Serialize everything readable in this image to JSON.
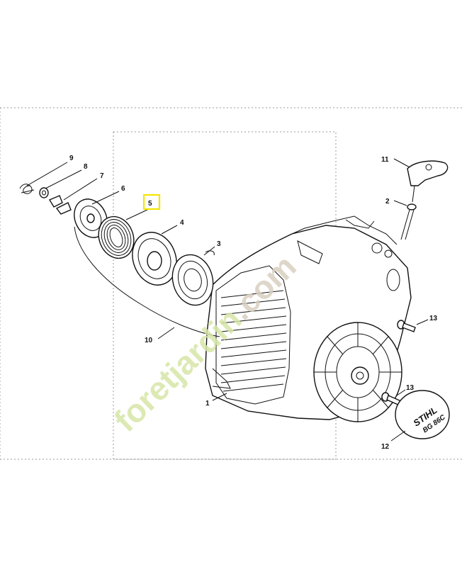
{
  "diagram": {
    "callouts": [
      {
        "id": "callout-9",
        "label": "9"
      },
      {
        "id": "callout-8",
        "label": "8"
      },
      {
        "id": "callout-7",
        "label": "7"
      },
      {
        "id": "callout-6",
        "label": "6"
      },
      {
        "id": "callout-5",
        "label": "5",
        "highlighted": true
      },
      {
        "id": "callout-4",
        "label": "4"
      },
      {
        "id": "callout-3",
        "label": "3"
      },
      {
        "id": "callout-10",
        "label": "10"
      },
      {
        "id": "callout-1",
        "label": "1"
      },
      {
        "id": "callout-11",
        "label": "11"
      },
      {
        "id": "callout-2",
        "label": "2"
      },
      {
        "id": "callout-13a",
        "label": "13"
      },
      {
        "id": "callout-13b",
        "label": "13"
      },
      {
        "id": "callout-12",
        "label": "12"
      }
    ],
    "highlight_color": "#f2e600",
    "badge": {
      "brand": "STIHL",
      "model": "BG 86C"
    },
    "watermark": {
      "text_green": "foretjardin",
      "text_brown": ".com",
      "green": "#d7e6a8",
      "brown": "#d9cfc0"
    }
  }
}
